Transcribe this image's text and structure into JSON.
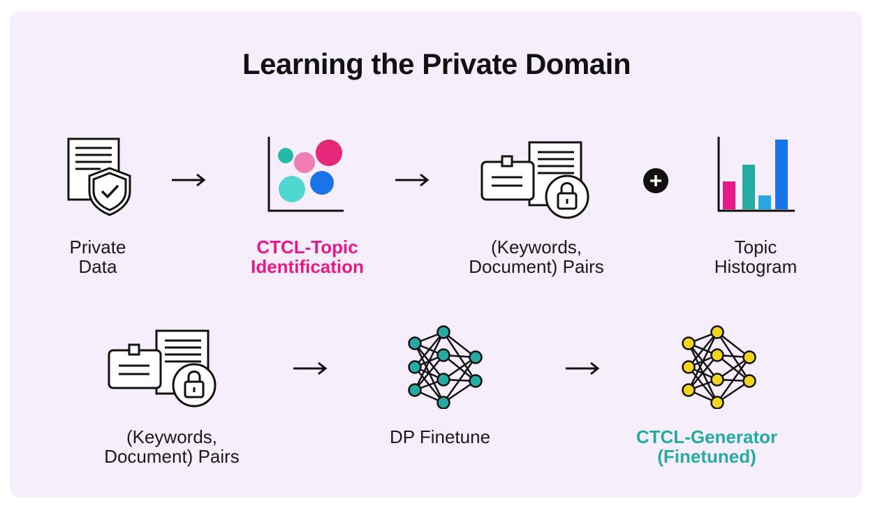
{
  "title": "Learning the Private Domain",
  "row1": {
    "private_data": "Private\nData",
    "topic_identification": "CTCL-Topic\nIdentification",
    "keyword_pairs": "(Keywords,\nDocument) Pairs",
    "topic_histogram": "Topic\nHistogram"
  },
  "row2": {
    "keyword_pairs": "(Keywords,\nDocument) Pairs",
    "dp_finetune": "DP Finetune",
    "generator": "CTCL-Generator\n(Finetuned)"
  },
  "colors": {
    "pink": "#e6198a",
    "teal": "#26aaa4",
    "blue": "#1a73e8",
    "yellow": "#f5d41e",
    "histogram_bars": [
      "#e6198a",
      "#26aaa4",
      "#2aa7e0",
      "#1a73e8"
    ]
  },
  "histogram_values": [
    0.4,
    0.64,
    0.2,
    1.0
  ],
  "icons": [
    "document-shield-icon",
    "bubble-chart-icon",
    "id-card-lock-icon",
    "histogram-icon",
    "neural-network-icon"
  ]
}
